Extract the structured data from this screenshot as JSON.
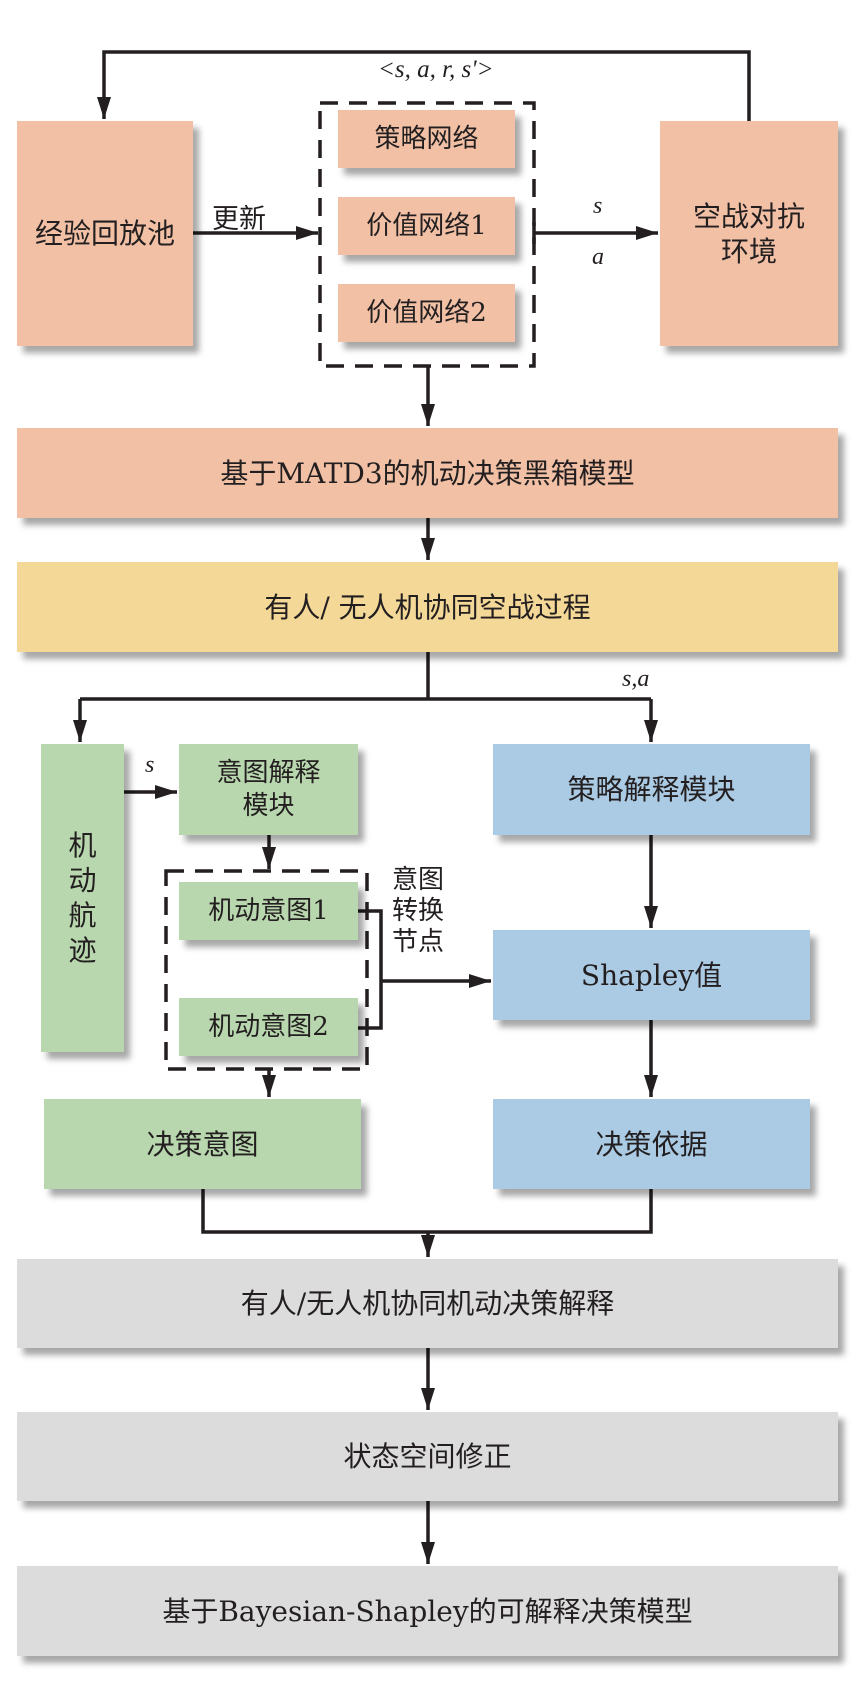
{
  "top": {
    "replay_buffer": "经验回放池",
    "update_label": "更新",
    "tuple_label": "<s, a, r, s'>",
    "policy_net": "策略网络",
    "value_net_1": "价值网络1",
    "value_net_2": "价值网络2",
    "env_line1": "空战对抗",
    "env_line2": "环境",
    "s_label": "s",
    "a_label": "a"
  },
  "matd3_model": "基于MATD3的机动决策黑箱模型",
  "air_combat_process": "有人/ 无人机协同空战过程",
  "branch_label": "s,a",
  "left": {
    "trajectory_chars": [
      "机",
      "动",
      "航",
      "迹"
    ],
    "s_label": "s",
    "intent_module_line1": "意图解释",
    "intent_module_line2": "模块",
    "intent_1": "机动意图1",
    "intent_2": "机动意图2",
    "transition_lines": [
      "意图",
      "转换",
      "节点"
    ],
    "decision_intent": "决策意图"
  },
  "right": {
    "strategy_module": "策略解释模块",
    "shapley_value": "Shapley值",
    "decision_basis": "决策依据"
  },
  "bottom": {
    "explanation": "有人/无人机协同机动决策解释",
    "state_space": "状态空间修正",
    "final_model": "基于Bayesian-Shapley的可解释决策模型"
  },
  "colors": {
    "orange": "#f1c0a5",
    "yellow": "#f4d898",
    "green": "#b8d7ae",
    "blue": "#abcbe4",
    "gray": "#dcdcdd"
  }
}
